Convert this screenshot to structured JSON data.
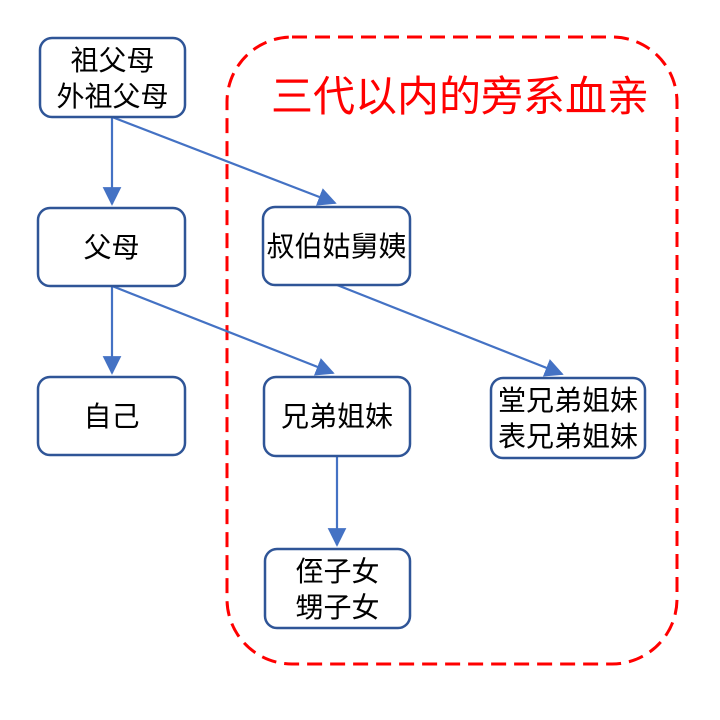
{
  "diagram": {
    "title": "三代以内的旁系血亲",
    "nodes": {
      "grandparents": {
        "line1": "祖父母",
        "line2": "外祖父母"
      },
      "parents": {
        "label": "父母"
      },
      "uncles_aunts": {
        "label": "叔伯姑舅姨"
      },
      "self": {
        "label": "自己"
      },
      "siblings": {
        "label": "兄弟姐妹"
      },
      "cousins": {
        "line1": "堂兄弟姐妹",
        "line2": "表兄弟姐妹"
      },
      "nephews_nieces": {
        "line1": "侄子女",
        "line2": "甥子女"
      }
    },
    "edges": [
      {
        "from": "祖父母 外祖父母",
        "to": "父母"
      },
      {
        "from": "祖父母 外祖父母",
        "to": "叔伯姑舅姨"
      },
      {
        "from": "父母",
        "to": "自己"
      },
      {
        "from": "父母",
        "to": "兄弟姐妹"
      },
      {
        "from": "叔伯姑舅姨",
        "to": "堂兄弟姐妹 表兄弟姐妹"
      },
      {
        "from": "兄弟姐妹",
        "to": "侄子女 甥子女"
      }
    ],
    "colors": {
      "box_border": "#2F5597",
      "arrow": "#4472C4",
      "region_border": "#FF0000",
      "title_text": "#FF0000",
      "node_text": "#000000",
      "background": "#FFFFFF"
    }
  }
}
